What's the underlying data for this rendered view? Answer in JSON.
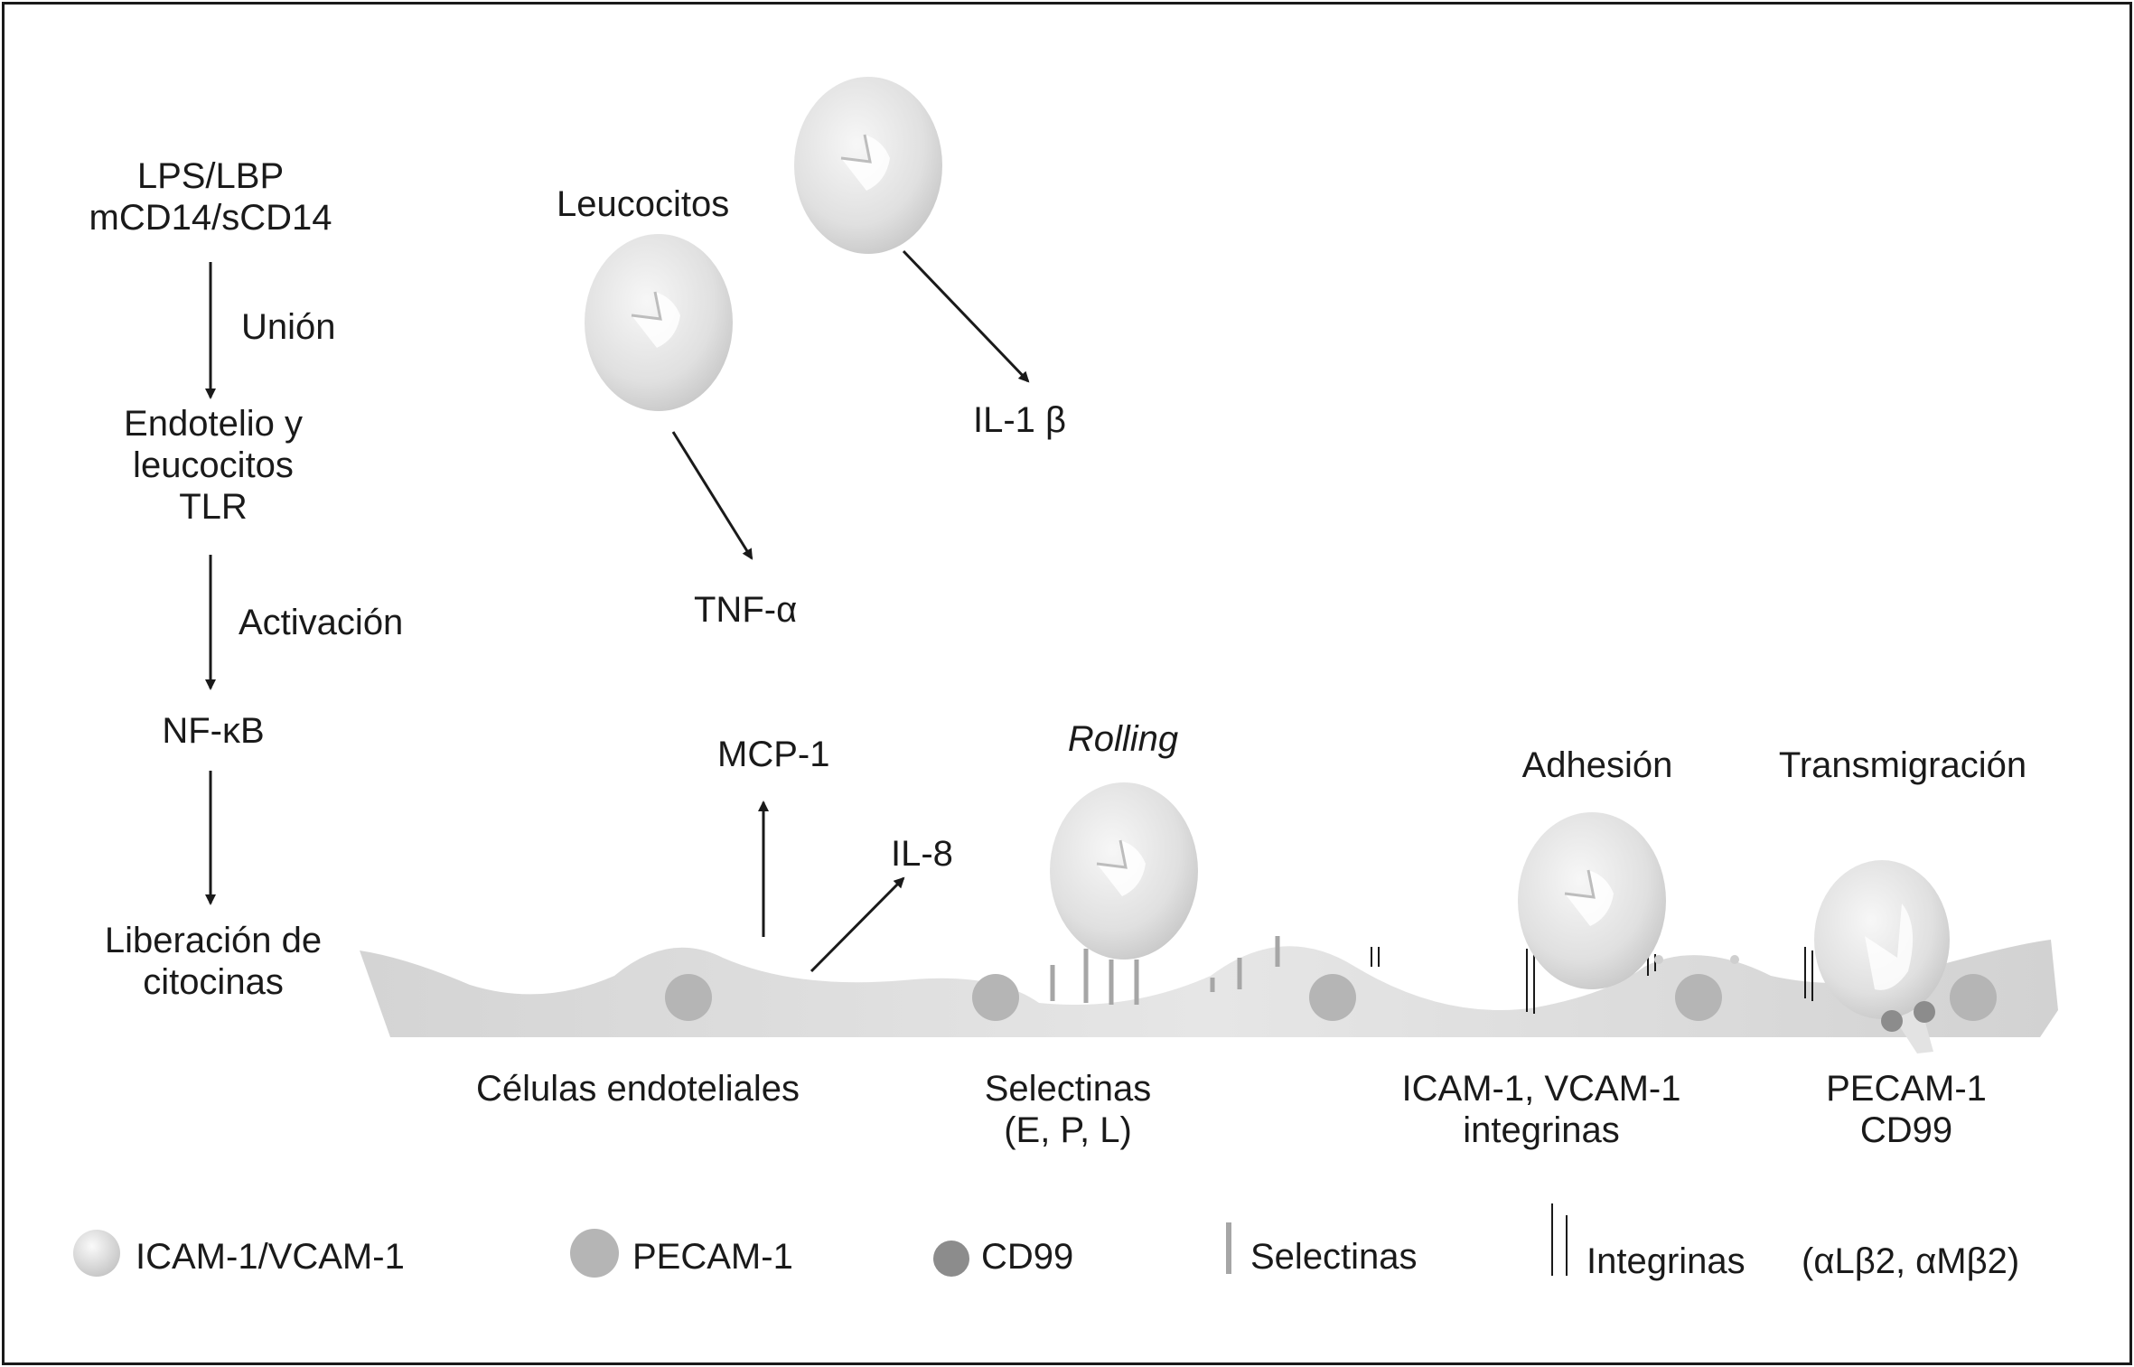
{
  "pathway": {
    "start_line1": "LPS/LBP",
    "start_line2": "mCD14/sCD14",
    "step1_label": "Unión",
    "node2_line1": "Endotelio y",
    "node2_line2": "leucocitos",
    "node2_line3": "TLR",
    "step2_label": "Activación",
    "node3": "NF-κB",
    "node4_line1": "Liberación de",
    "node4_line2": "citocinas"
  },
  "cytokines": {
    "leucocitos_label": "Leucocitos",
    "il1b": "IL-1 β",
    "tnfa": "TNF-α",
    "mcp1": "MCP-1",
    "il8": "IL-8"
  },
  "stages": {
    "rolling": "Rolling",
    "adhesion": "Adhesión",
    "transmigration": "Transmigración"
  },
  "bottom_labels": {
    "endothelial": "Células endoteliales",
    "selectins_line1": "Selectinas",
    "selectins_line2": "(E, P, L)",
    "icam_line1": "ICAM-1, VCAM-1",
    "icam_line2": "integrinas",
    "pecam_line1": "PECAM-1",
    "pecam_line2": "CD99"
  },
  "legend": {
    "icam_vcam": "ICAM-1/VCAM-1",
    "pecam": "PECAM-1",
    "cd99": "CD99",
    "selectinas": "Selectinas",
    "integrinas": "Integrinas",
    "integrin_types": "(αLβ2, αMβ2)"
  },
  "colors": {
    "frame": "#1a1a1a",
    "endothelium": "#d9d9d9",
    "leukocyte_light": "#f2f2f2",
    "leukocyte_dark": "#c8c8c8",
    "pecam_nucleus": "#b5b5b5",
    "cd99": "#8c8c8c",
    "selectin": "#a6a6a6"
  }
}
